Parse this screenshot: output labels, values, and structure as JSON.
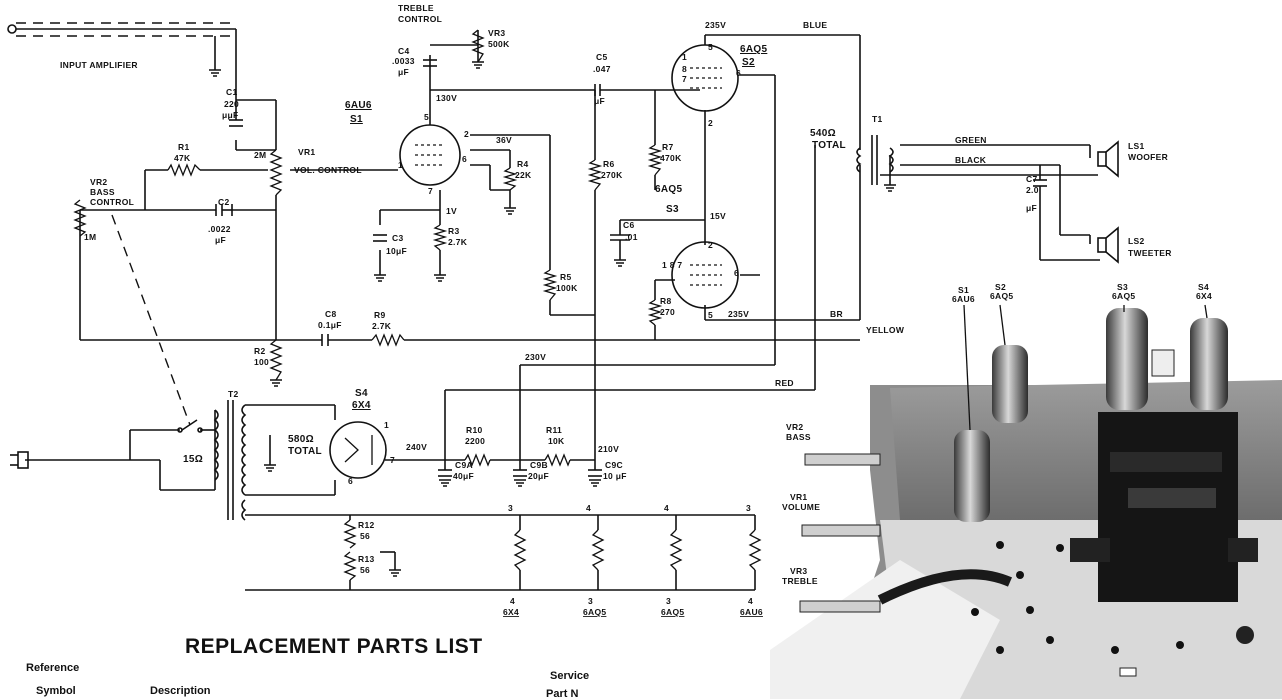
{
  "schematic": {
    "input_amplifier": "INPUT AMPLIFIER",
    "treble_control": [
      "TREBLE",
      "CONTROL"
    ],
    "vr3": [
      "VR3",
      "500K"
    ],
    "c4": [
      "C4",
      ".0033",
      "μF"
    ],
    "c5": [
      "C5",
      ".047",
      "μF"
    ],
    "v235_top": "235V",
    "blue": "BLUE",
    "s2_tube": [
      "6AQ5",
      "S2"
    ],
    "c1": [
      "C1",
      "220",
      "μμF"
    ],
    "r1": [
      "R1",
      "47K"
    ],
    "vr1": [
      "VR1",
      "2M",
      "VOL. CONTROL"
    ],
    "s1_tube": [
      "6AU6",
      "S1"
    ],
    "v130": "130V",
    "v36": "36V",
    "r4": [
      "R4",
      "22K"
    ],
    "r6": [
      "R6",
      "270K"
    ],
    "r7": [
      "R7",
      "470K"
    ],
    "t1": "T1",
    "total540": [
      "540Ω",
      "TOTAL"
    ],
    "green": "GREEN",
    "black": "BLACK",
    "ls1": [
      "LS1",
      "WOOFER"
    ],
    "vr2": [
      "VR2",
      "BASS",
      "CONTROL"
    ],
    "c2": [
      "C2",
      ".0022",
      "μF"
    ],
    "vr2_val": "1M",
    "iv": "1V",
    "c3": [
      "C3",
      "10μF"
    ],
    "r3": [
      "R3",
      "2.7K"
    ],
    "s3_tube": [
      "6AQ5",
      "S3"
    ],
    "v15": "15V",
    "c6": [
      "C6",
      ".01"
    ],
    "c7": [
      "C7",
      "2.0",
      "μF"
    ],
    "ls2": [
      "LS2",
      "TWEETER"
    ],
    "r5": [
      "R5",
      "100K"
    ],
    "r8": [
      "R8",
      "270"
    ],
    "v235_bot": "235V",
    "br": "BR",
    "yellow": "YELLOW",
    "c8": [
      "C8",
      "0.1μF"
    ],
    "r9": [
      "R9",
      "2.7K"
    ],
    "r2": [
      "R2",
      "100"
    ],
    "v230": "230V",
    "red": "RED",
    "s4_tube": [
      "S4",
      "6X4"
    ],
    "t2": "T2",
    "ohm15": "15Ω",
    "total580": [
      "580Ω",
      "TOTAL"
    ],
    "v240": "240V",
    "r10": [
      "R10",
      "2200"
    ],
    "r11": [
      "R11",
      "10K"
    ],
    "v210": "210V",
    "c9a": [
      "C9A",
      "40μF"
    ],
    "c9b": [
      "C9B",
      "20μF"
    ],
    "c9c": [
      "C9C",
      "10 μF"
    ],
    "r12": [
      "R12",
      "56"
    ],
    "r13": [
      "R13",
      "56"
    ],
    "pin_3": "3",
    "pin_4": "4",
    "heater_tubes": [
      "6X4",
      "6AQ5",
      "6AQ5",
      "6AU6"
    ],
    "heater_pins": [
      "4",
      "3",
      "3",
      "4"
    ]
  },
  "photo": {
    "vr2": [
      "VR2",
      "BASS"
    ],
    "vr1": [
      "VR1",
      "VOLUME"
    ],
    "vr3": [
      "VR3",
      "TREBLE"
    ],
    "s1": [
      "S1",
      "6AU6"
    ],
    "s2": [
      "S2",
      "6AQ5"
    ],
    "s3": [
      "S3",
      "6AQ5"
    ],
    "s4": [
      "S4",
      "6X4"
    ]
  },
  "parts_list": {
    "title": "REPLACEMENT PARTS LIST",
    "reference": "Reference",
    "symbol": "Symbol",
    "description": "Description",
    "service": "Service",
    "part_no": "Part N"
  }
}
